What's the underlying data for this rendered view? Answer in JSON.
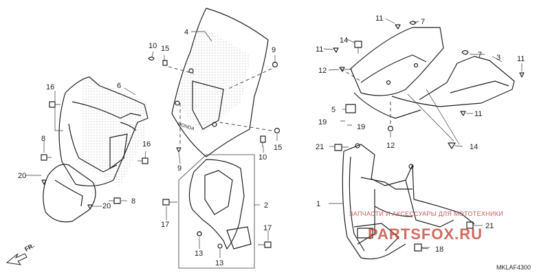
{
  "callouts": {
    "c1": "1",
    "c2": "2",
    "c3": "3",
    "c4": "4",
    "c5": "5",
    "c6": "6",
    "c7a": "7",
    "c7b": "7",
    "c8a": "8",
    "c8b": "8",
    "c9a": "9",
    "c9b": "9",
    "c10a": "10",
    "c10b": "10",
    "c11a": "11",
    "c11b": "11",
    "c11c": "11",
    "c11d": "11",
    "c12a": "12",
    "c12b": "12",
    "c13a": "13",
    "c13b": "13",
    "c14a": "14",
    "c14b": "14",
    "c15a": "15",
    "c15b": "15",
    "c16a": "16",
    "c16b": "16",
    "c17a": "17",
    "c17b": "17",
    "c18": "18",
    "c19a": "19",
    "c19b": "19",
    "c20a": "20",
    "c20b": "20",
    "c21a": "21",
    "c21b": "21"
  },
  "watermark": {
    "line1": "ЗАПЧАСТИ И АКСЕССУАРЫ ДЛЯ МОТОТЕХНИКИ",
    "line2": "PARTSFOX.RU"
  },
  "direction_label": "FR.",
  "diagram_code": "MKLAF4300",
  "colors": {
    "ink": "#1f1f1f",
    "watermark": "#c0392b"
  }
}
